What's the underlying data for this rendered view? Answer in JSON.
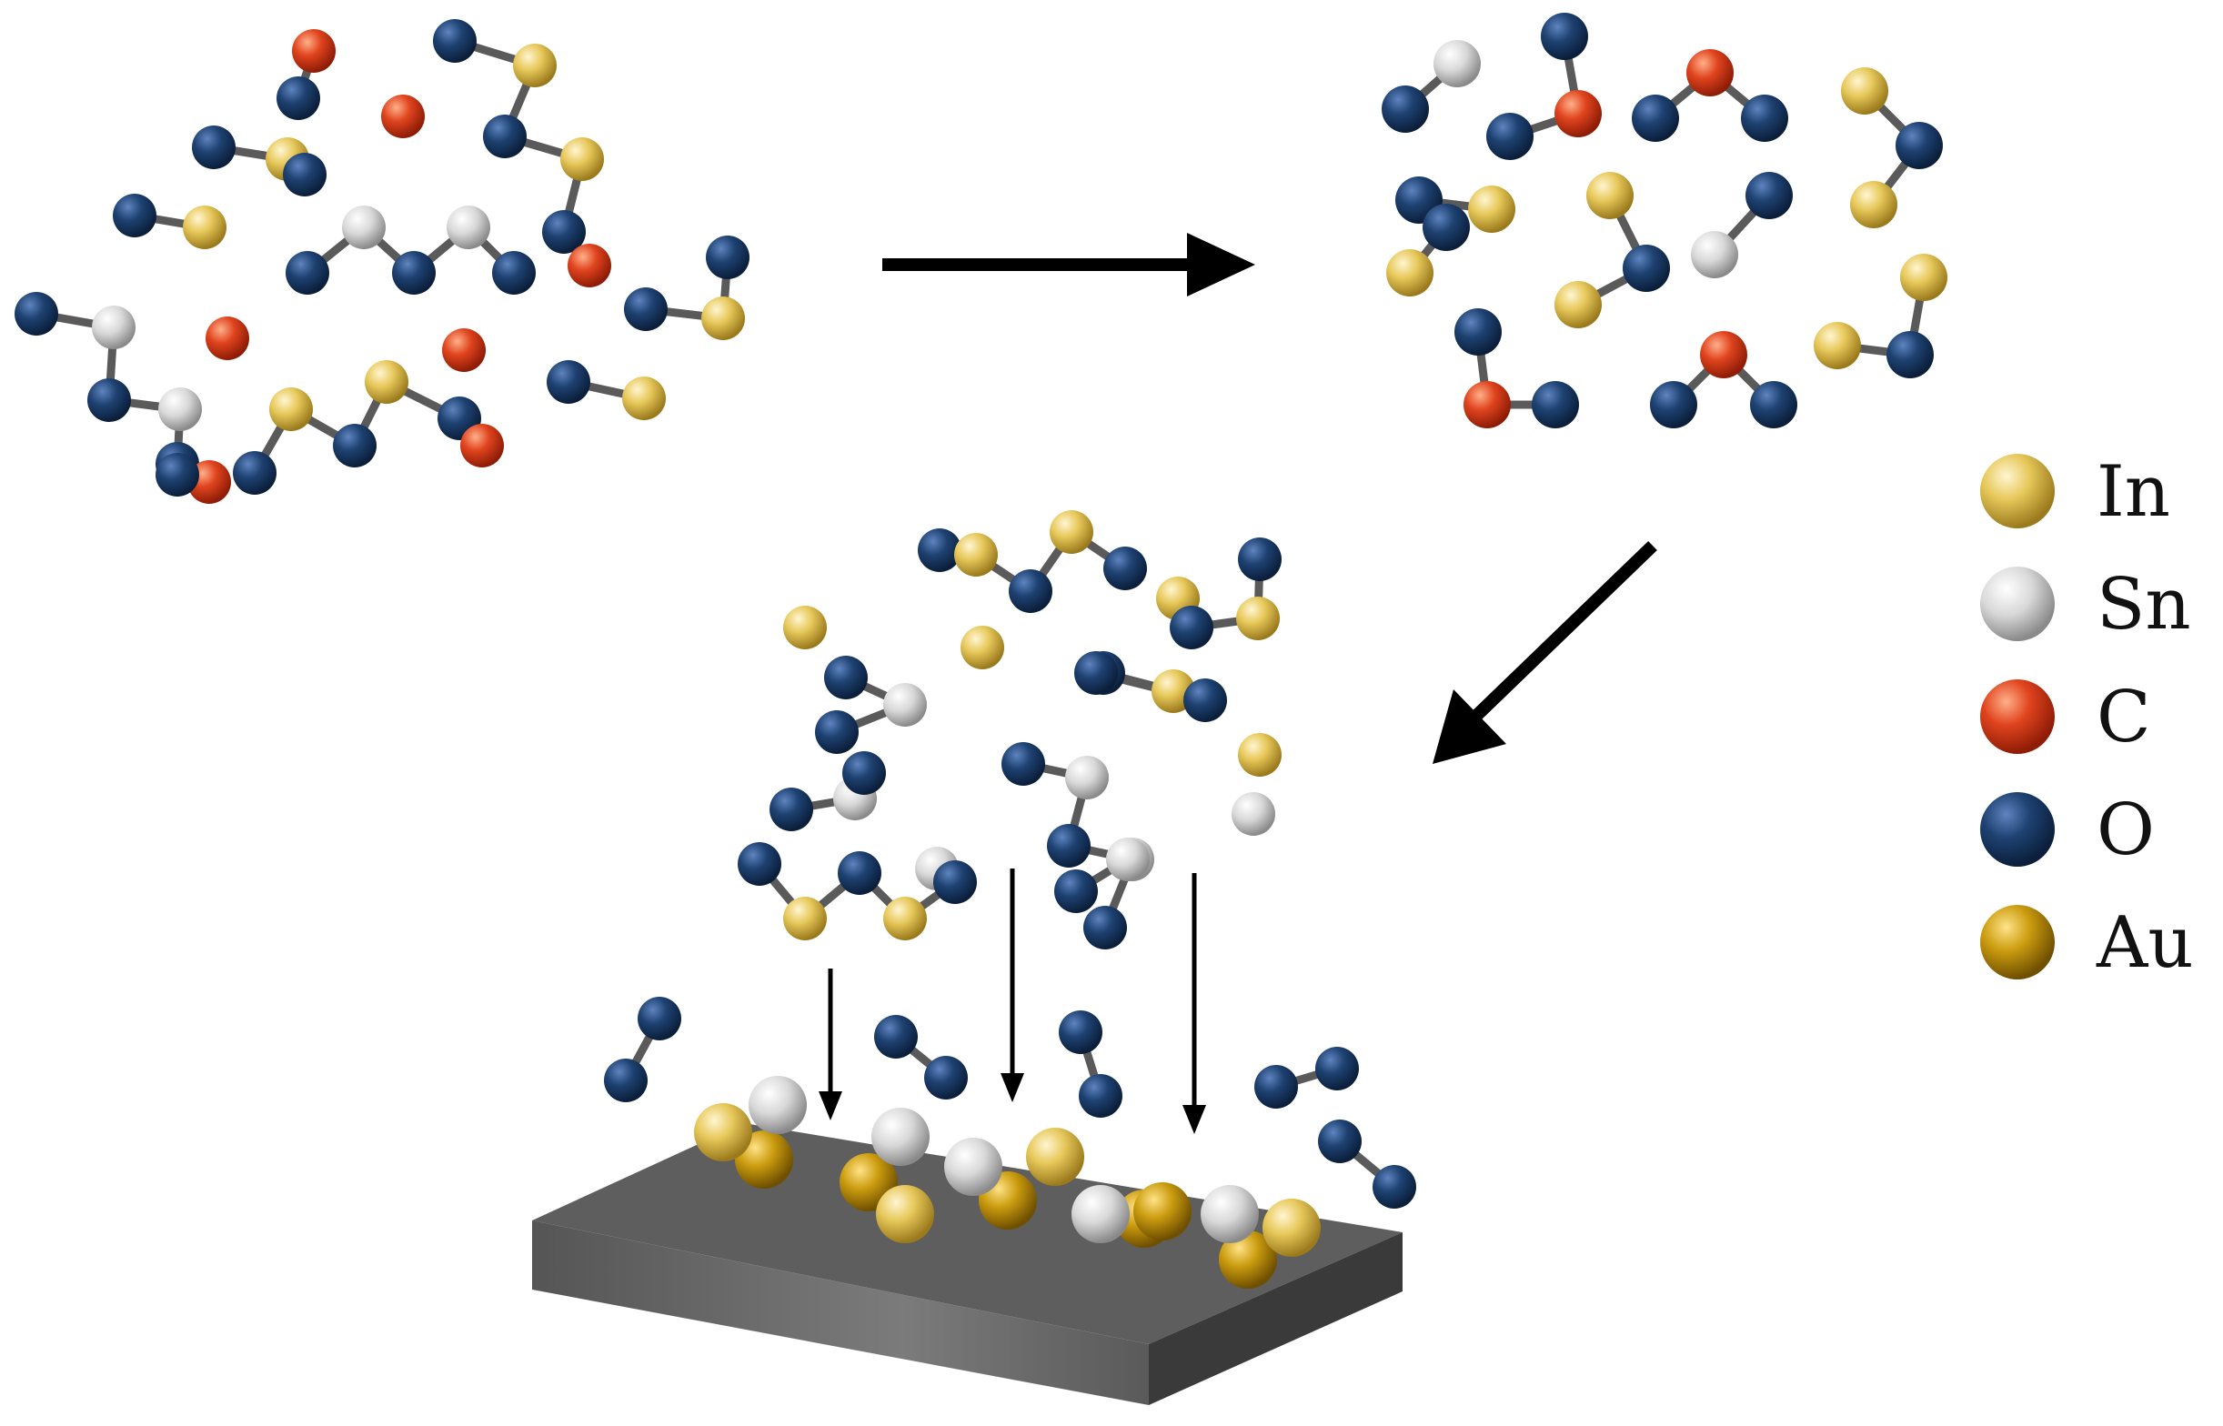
{
  "colors": {
    "In": "#e7c85a",
    "Sn": "#d6d6d6",
    "C": "#e0441e",
    "O": "#1e4272",
    "Au": "#cc9d10",
    "substrate_top": "#5e5e5e",
    "substrate_front": "#707070",
    "substrate_side": "#3a3a3a"
  },
  "legend": [
    {
      "key": "In",
      "label": "In",
      "icon": "indium-sphere-icon"
    },
    {
      "key": "Sn",
      "label": "Sn",
      "icon": "tin-sphere-icon"
    },
    {
      "key": "C",
      "label": "C",
      "icon": "carbon-sphere-icon"
    },
    {
      "key": "O",
      "label": "O",
      "icon": "oxygen-sphere-icon"
    },
    {
      "key": "Au",
      "label": "Au",
      "icon": "gold-sphere-icon"
    }
  ]
}
